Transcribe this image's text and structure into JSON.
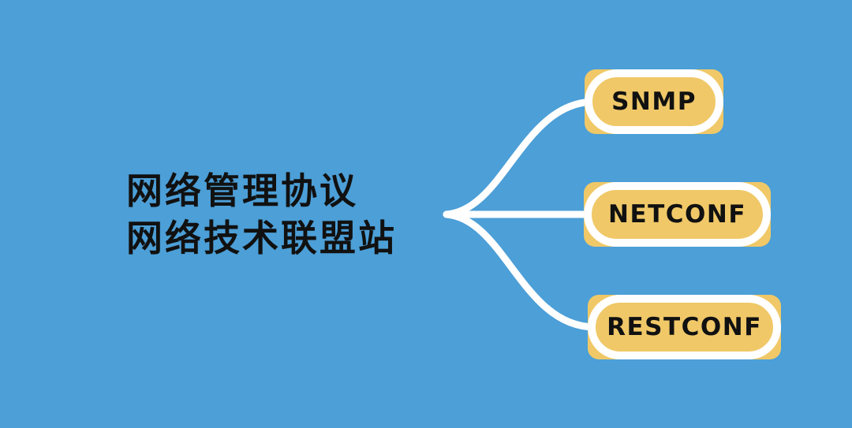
{
  "root": {
    "line1": "网络管理协议",
    "line2": "网络技术联盟站"
  },
  "nodes": [
    {
      "id": "snmp",
      "label": "SNMP"
    },
    {
      "id": "netconf",
      "label": "NETCONF"
    },
    {
      "id": "restconf",
      "label": "RESTCONF"
    }
  ],
  "colors": {
    "background": "#4C9FD7",
    "node_fill": "#F0C868",
    "connector": "#FFFFFF",
    "text": "#111111"
  }
}
